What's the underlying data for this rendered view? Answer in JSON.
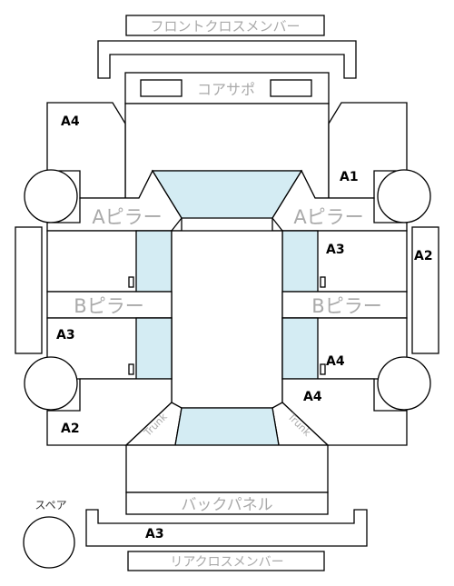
{
  "labels": {
    "front_cross_member": "フロントクロスメンバー",
    "core_support": "コアサポ",
    "a_pillar": "Aピラー",
    "b_pillar": "Bピラー",
    "back_panel": "バックパネル",
    "rear_cross_member": "リアクロスメンバー",
    "spare": "スペア",
    "trunk": "Trunk"
  },
  "grades": {
    "front_left_fender": "A4",
    "front_right_fender": "A1",
    "right_front_door": "A3",
    "right_side_sill": "A2",
    "left_rear_door": "A3",
    "right_rear_door": "A4",
    "right_quarter": "A4",
    "left_quarter": "A2",
    "rear_cross_member": "A3"
  },
  "colors": {
    "glass": "#d4ecf3",
    "part_label": "#a9a9a9",
    "line": "#000000"
  }
}
